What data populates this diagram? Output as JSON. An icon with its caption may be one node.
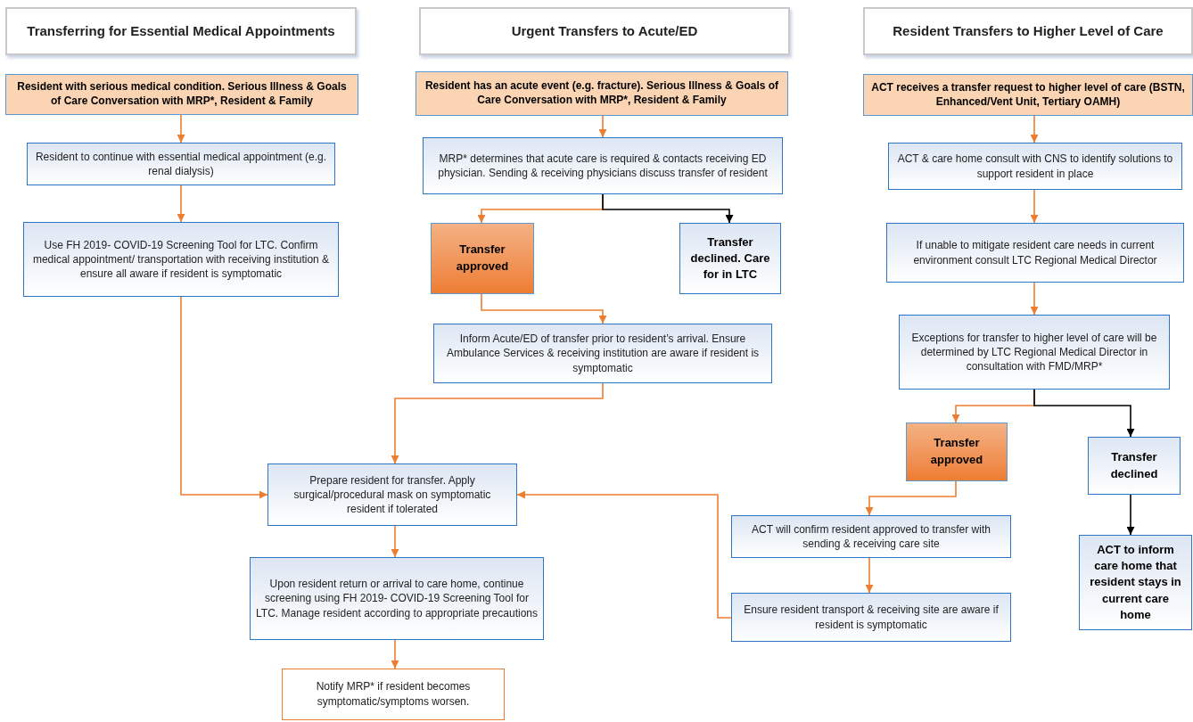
{
  "diagram": {
    "nodes": [
      {
        "text": [
          "Transferring for Essential Medical Appointments"
        ]
      },
      {
        "text": [
          "Urgent Transfers to Acute/ED"
        ]
      },
      {
        "text": [
          "Resident Transfers to Higher Level of Care"
        ]
      },
      {
        "text": [
          "Resident with serious medical condition. Serious Illness & Goals of Care Conversation with MRP*, Resident & Family"
        ]
      },
      {
        "text": [
          "Resident to continue with essential medical appointment (e.g. renal dialysis)"
        ]
      },
      {
        "text": [
          "Use FH 2019- COVID-19 Screening Tool for LTC. Confirm medical appointment/ transportation with receiving institution & ensure all aware if resident is symptomatic"
        ]
      },
      {
        "text": [
          "Resident has an acute event (e.g. fracture). Serious Illness & Goals of Care Conversation with MRP*, Resident & Family"
        ]
      },
      {
        "text": [
          "MRP* determines that acute care is required & contacts receiving ED physician. Sending & receiving physicians discuss transfer of resident"
        ]
      },
      {
        "text": [
          "Transfer approved"
        ]
      },
      {
        "text": [
          "Transfer declined. Care for in LTC"
        ]
      },
      {
        "text": [
          "Inform Acute/ED of transfer prior to resident’s arrival. Ensure Ambulance Services & receiving institution are aware if resident is symptomatic"
        ]
      },
      {
        "text": [
          "ACT receives a transfer request to higher level of care (BSTN, Enhanced/Vent Unit, Tertiary OAMH)"
        ]
      },
      {
        "text": [
          "ACT & care home consult with CNS to identify solutions to support resident in place"
        ]
      },
      {
        "text": [
          "If unable to mitigate resident care needs in current environment consult LTC Regional Medical Director"
        ]
      },
      {
        "text": [
          "Exceptions for transfer to higher level of care will be determined by LTC Regional Medical Director in consultation with FMD/MRP*"
        ]
      },
      {
        "text": [
          "Transfer approved"
        ]
      },
      {
        "text": [
          "Transfer declined"
        ]
      },
      {
        "text": [
          "ACT to inform care home that resident stays in current care home"
        ]
      },
      {
        "text": [
          "Prepare resident for transfer. Apply surgical/procedural mask on symptomatic resident if tolerated"
        ]
      },
      {
        "text": [
          "Upon resident return or arrival to care home, continue screening using FH 2019- COVID-19 Screening Tool for LTC. Manage resident according to appropriate precautions"
        ]
      },
      {
        "text": [
          "Notify MRP* if resident becomes symptomatic/symptoms worsen."
        ]
      },
      {
        "text": [
          "ACT will confirm resident approved to transfer with sending & receiving care site"
        ]
      },
      {
        "text": [
          "Ensure resident transport & receiving site are aware if resident is symptomatic"
        ]
      }
    ],
    "edges": [
      {
        "from": 3,
        "to": 4,
        "arrow": "to"
      },
      {
        "from": 4,
        "to": 5,
        "arrow": "to"
      },
      {
        "from": 5,
        "to": 18,
        "arrow": "to"
      },
      {
        "from": 6,
        "to": 7,
        "arrow": "to"
      },
      {
        "from": 7,
        "to": 8,
        "arrow": "to"
      },
      {
        "from": 7,
        "to": 9,
        "arrow": "to",
        "color": "#000000"
      },
      {
        "from": 8,
        "to": 10,
        "arrow": "to"
      },
      {
        "from": 10,
        "to": 18,
        "arrow": "to"
      },
      {
        "from": 18,
        "to": 19,
        "arrow": "to"
      },
      {
        "from": 19,
        "to": 20,
        "arrow": "to"
      },
      {
        "from": 11,
        "to": 12,
        "arrow": "to"
      },
      {
        "from": 12,
        "to": 13,
        "arrow": "to"
      },
      {
        "from": 13,
        "to": 14,
        "arrow": "to"
      },
      {
        "from": 14,
        "to": 15,
        "arrow": "to"
      },
      {
        "from": 14,
        "to": 16,
        "arrow": "to",
        "color": "#000000"
      },
      {
        "from": 16,
        "to": 17,
        "arrow": "to",
        "color": "#000000"
      },
      {
        "from": 15,
        "to": 21,
        "arrow": "to"
      },
      {
        "from": 21,
        "to": 22,
        "arrow": "to"
      },
      {
        "from": 22,
        "to": 18,
        "arrow": "to"
      }
    ]
  }
}
